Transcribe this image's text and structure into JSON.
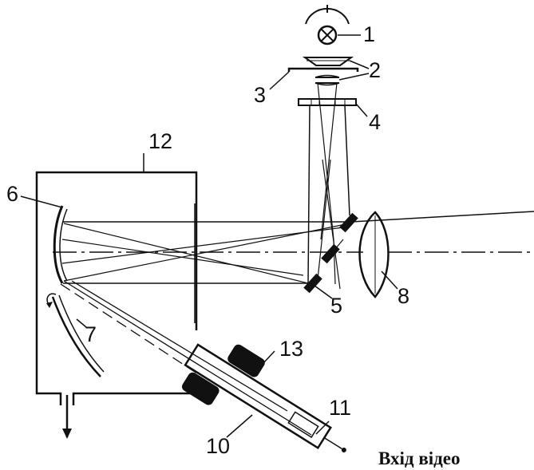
{
  "labels": {
    "l1": "1",
    "l2": "2",
    "l3": "3",
    "l4": "4",
    "l5": "5",
    "l6": "6",
    "l7": "7",
    "l8": "8",
    "l10": "10",
    "l11": "11",
    "l12": "12",
    "l13": "13"
  },
  "caption": "Вхід відео"
}
